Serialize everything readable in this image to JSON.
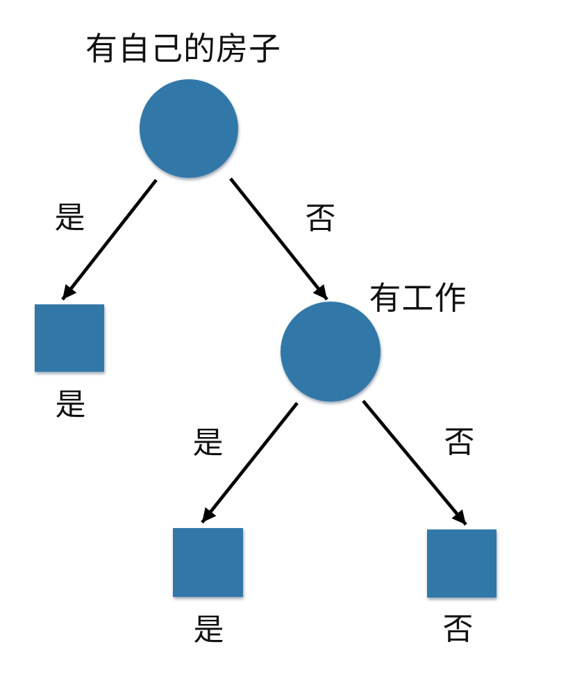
{
  "diagram_type": "decision-tree",
  "nodes": {
    "root": {
      "label": "有自己的房子",
      "shape": "circle"
    },
    "root_leaf_yes": {
      "label": "是",
      "shape": "square"
    },
    "job": {
      "label": "有工作",
      "shape": "circle"
    },
    "job_leaf_yes": {
      "label": "是",
      "shape": "square"
    },
    "job_leaf_no": {
      "label": "否",
      "shape": "square"
    }
  },
  "edges": {
    "root_yes": {
      "label": "是",
      "from": "root",
      "to": "root_leaf_yes"
    },
    "root_no": {
      "label": "否",
      "from": "root",
      "to": "job"
    },
    "job_yes": {
      "label": "是",
      "from": "job",
      "to": "job_leaf_yes"
    },
    "job_no": {
      "label": "否",
      "from": "job",
      "to": "job_leaf_no"
    }
  },
  "colors": {
    "node_fill": "#3178a8",
    "arrow": "#000000",
    "text": "#111111",
    "background": "#ffffff"
  }
}
